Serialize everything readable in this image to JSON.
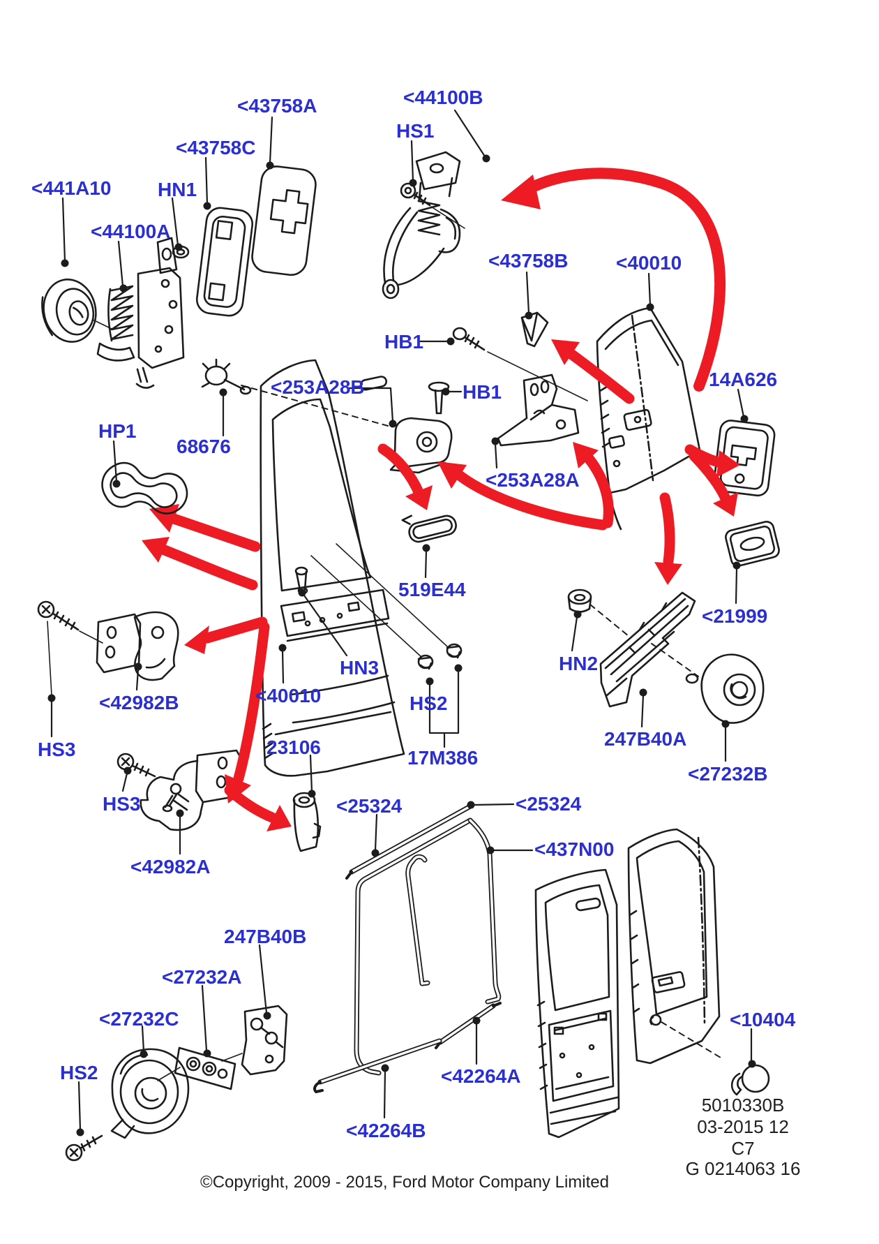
{
  "diagram": {
    "type": "exploded-parts-diagram",
    "subject": "Rear door hardware and seals",
    "colors": {
      "label_blue": "#2b2fd0",
      "arrow_red": "#ed1c24",
      "line_black": "#1c1c1c",
      "background": "#ffffff"
    },
    "part_labels": [
      {
        "id": "43758A",
        "text": "<43758A"
      },
      {
        "id": "44100B",
        "text": "<44100B"
      },
      {
        "id": "HS1",
        "text": "HS1"
      },
      {
        "id": "43758C",
        "text": "<43758C"
      },
      {
        "id": "441A10",
        "text": "<441A10"
      },
      {
        "id": "HN1",
        "text": "HN1"
      },
      {
        "id": "44100A",
        "text": "<44100A"
      },
      {
        "id": "43758B",
        "text": "<43758B"
      },
      {
        "id": "40010-right",
        "text": "<40010"
      },
      {
        "id": "14A626",
        "text": "14A626"
      },
      {
        "id": "HB1-1",
        "text": "HB1"
      },
      {
        "id": "HB1-2",
        "text": "HB1"
      },
      {
        "id": "253A28B",
        "text": "<253A28B"
      },
      {
        "id": "68676",
        "text": "68676"
      },
      {
        "id": "HP1",
        "text": "HP1"
      },
      {
        "id": "253A28A",
        "text": "<253A28A"
      },
      {
        "id": "519E44",
        "text": "519E44"
      },
      {
        "id": "21999",
        "text": "<21999"
      },
      {
        "id": "HN2",
        "text": "HN2"
      },
      {
        "id": "247B40A",
        "text": "247B40A"
      },
      {
        "id": "27232B",
        "text": "<27232B"
      },
      {
        "id": "42982B",
        "text": "<42982B"
      },
      {
        "id": "HS3-1",
        "text": "HS3"
      },
      {
        "id": "HN3",
        "text": "HN3"
      },
      {
        "id": "40010-center",
        "text": "<40010"
      },
      {
        "id": "HS2-1",
        "text": "HS2"
      },
      {
        "id": "17M386",
        "text": "17M386"
      },
      {
        "id": "23106",
        "text": "23106"
      },
      {
        "id": "HS3-2",
        "text": "HS3"
      },
      {
        "id": "42982A",
        "text": "<42982A"
      },
      {
        "id": "25324-left",
        "text": "<25324"
      },
      {
        "id": "25324-right",
        "text": "<25324"
      },
      {
        "id": "437N00",
        "text": "<437N00"
      },
      {
        "id": "247B40B",
        "text": "247B40B"
      },
      {
        "id": "27232A",
        "text": "<27232A"
      },
      {
        "id": "27232C",
        "text": "<27232C"
      },
      {
        "id": "HS2-2",
        "text": "HS2"
      },
      {
        "id": "10404",
        "text": "<10404"
      },
      {
        "id": "42264A",
        "text": "<42264A"
      },
      {
        "id": "42264B",
        "text": "<42264B"
      }
    ],
    "footer": {
      "doc_number": "5010330B",
      "date_code": "03-2015 12",
      "sheet_code": "C7",
      "drawing_number": "G 0214063 16",
      "copyright": "©Copyright, 2009 - 2015, Ford Motor Company Limited"
    }
  }
}
